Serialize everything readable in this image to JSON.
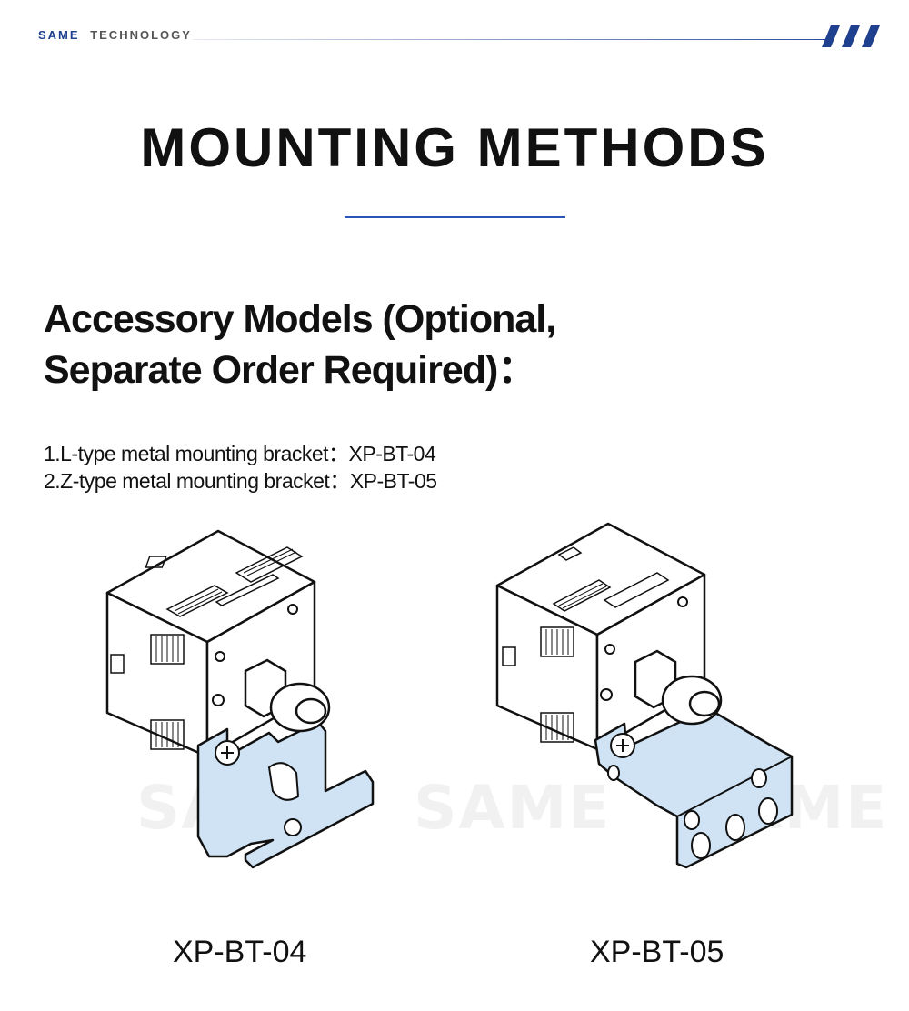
{
  "header": {
    "brand_primary": "SAME",
    "brand_secondary": "TECHNOLOGY",
    "accent_color": "#1f3f8f"
  },
  "main_title": "MOUNTING METHODS",
  "accessory": {
    "title_line1": "Accessory Models (Optional,",
    "title_line2": "Separate Order Required)：",
    "items": [
      "1.L-type metal mounting bracket：XP-BT-04",
      "2.Z-type metal mounting bracket：XP-BT-05"
    ]
  },
  "figures": [
    {
      "caption": "XP-BT-04",
      "watermark": "SAME",
      "bracket_color": "#cfe3f5"
    },
    {
      "caption": "XP-BT-05",
      "watermark": "SAME",
      "bracket_color": "#cfe3f5"
    }
  ],
  "watermark_middle": "SAME"
}
